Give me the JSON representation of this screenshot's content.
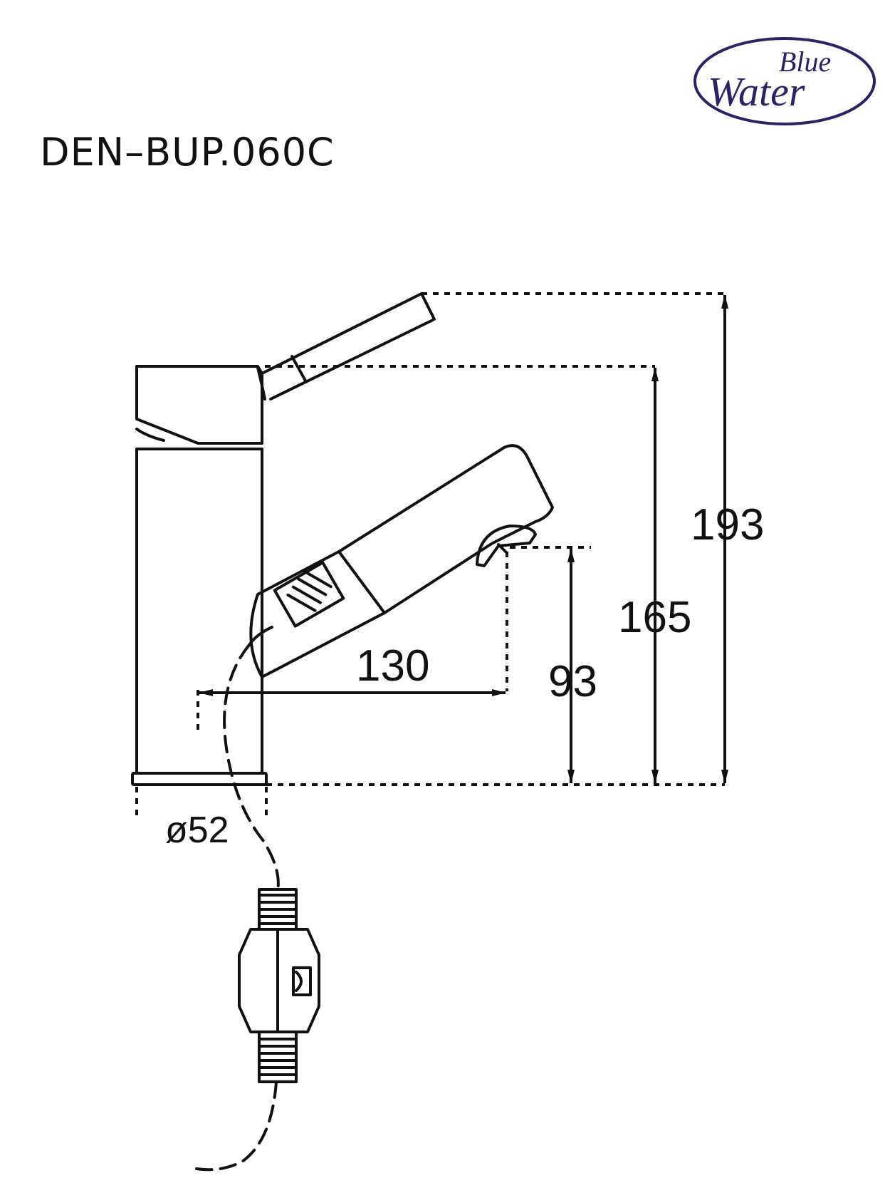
{
  "title": "DEN–BUP.060C",
  "logo": {
    "line1": "Blue",
    "line2": "Water",
    "color": "#2a2466"
  },
  "dimensions": {
    "total_height": "193",
    "lever_height": "165",
    "spout_height": "93",
    "spout_reach": "130",
    "base_diameter": "ø52"
  }
}
